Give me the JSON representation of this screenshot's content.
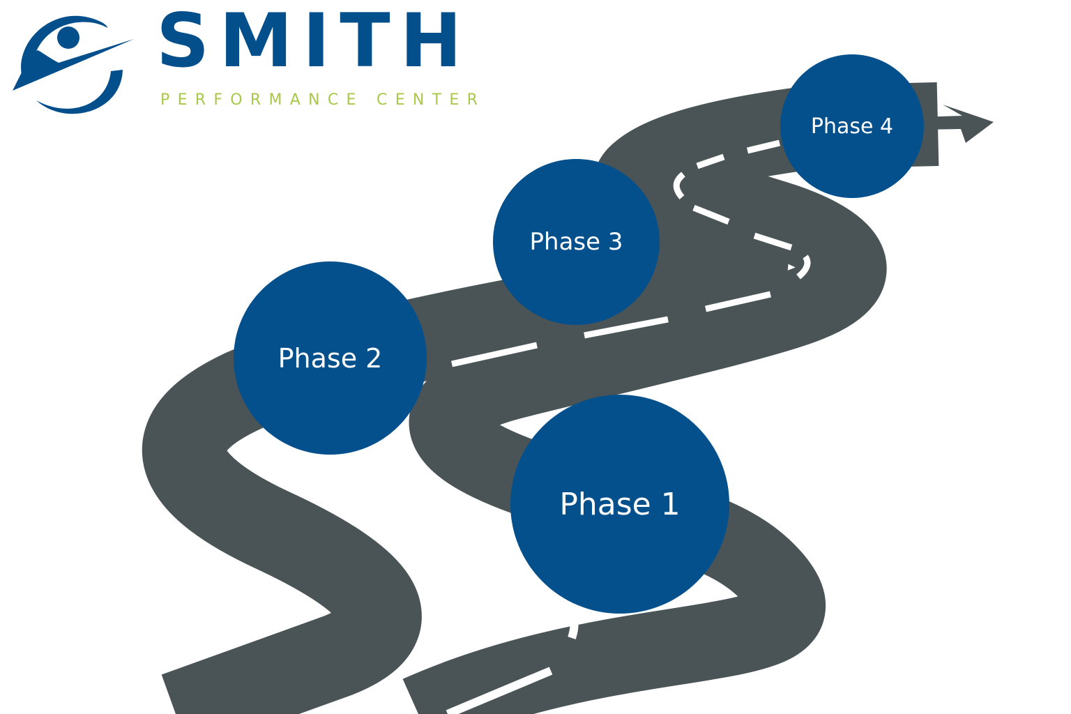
{
  "brand": {
    "name": "SMITH",
    "tagline": "PERFORMANCE CENTER",
    "primary_color": "#034f8c",
    "accent_color": "#a8c84a",
    "logo_icon": "runner-swoosh-logo"
  },
  "road": {
    "surface_color": "#4a5456",
    "marking_color": "#ffffff",
    "direction_icon": "arrow-right-icon"
  },
  "phases": [
    {
      "label": "Phase 1"
    },
    {
      "label": "Phase 2"
    },
    {
      "label": "Phase 3"
    },
    {
      "label": "Phase 4"
    }
  ],
  "phase_color": "#04508c"
}
